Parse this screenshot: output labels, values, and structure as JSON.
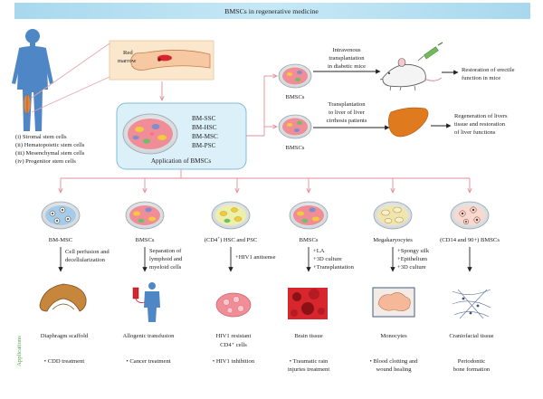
{
  "title": "BMSCs in regenerative medicine",
  "source": {
    "red_marrow_label": [
      "Red",
      "marrow"
    ],
    "cell_types": [
      "(i) Stromal stem cells",
      "(ii) Hematopoietic stem cells",
      "(iii) Mesenchymal stem cells",
      "(iv) Progenitor stem cells"
    ],
    "application_box": {
      "cells": [
        "BM-SSC",
        "BM-HSC",
        "BM-MSC",
        "BM-PSC"
      ],
      "caption": "Application of BMSCs"
    }
  },
  "transplant_routes": [
    {
      "dish_label": "BMSCs",
      "method_lines": [
        "Intravenous",
        "transplantation",
        "in diabetic mice"
      ],
      "outcome_lines": [
        "Restoration of erectile",
        "function in mice"
      ]
    },
    {
      "dish_label": "BMSCs",
      "method_lines": [
        "Transplantation",
        "to liver of liver",
        "cirrhosis patients"
      ],
      "outcome_lines": [
        "Regeneration of livers",
        "tissue and restoration",
        "of liver functions"
      ]
    }
  ],
  "columns": [
    {
      "cell_label_parts": [
        "BM-MSC"
      ],
      "process_lines": [
        "Cell perfusion and",
        "decellularization"
      ],
      "product": [
        "Diaphragm scaffold"
      ],
      "application": [
        "• CDD treatment"
      ]
    },
    {
      "cell_label_parts": [
        "BMSCs"
      ],
      "process_lines": [
        "Separation of",
        "lymphoid and",
        "myeloid cells"
      ],
      "product": [
        "Allogenic transfusion"
      ],
      "application": [
        "• Cancer treatment"
      ]
    },
    {
      "cell_label_parts": [
        "(CD4",
        "+",
        ") HSC and PSC"
      ],
      "process_lines": [
        "+HIV1 antisense"
      ],
      "product": [
        "HIV1 resistant",
        "CD4⁺ cells"
      ],
      "application": [
        "• HIV1 inhibition"
      ]
    },
    {
      "cell_label_parts": [
        "BMSCs"
      ],
      "process_lines": [
        "+LA",
        "+3D culture",
        "+Transplantation"
      ],
      "product": [
        "Brain tissue"
      ],
      "application": [
        "• Traumatic rain",
        "injuries treatment"
      ]
    },
    {
      "cell_label_parts": [
        "Megakaryocytes"
      ],
      "process_lines": [
        "+Spongy silk",
        "+Epithelium",
        "+3D culture"
      ],
      "product": [
        "Monocytes"
      ],
      "application": [
        "• Blood clotting and",
        "wound healing"
      ]
    },
    {
      "cell_label_parts": [
        "(CD14 and 90+) BMSCs"
      ],
      "process_lines": [],
      "product": [
        "Craniofacial tissue"
      ],
      "application": [
        "Periodontic",
        "bone formation"
      ]
    }
  ],
  "side_label": "Applications",
  "colors": {
    "title_bar": "#b4dff0",
    "app_box_fill": "#dcf0f9",
    "app_box_stroke": "#7fbcd6",
    "connector_pink": "#e7a6ad",
    "dish_pink": "#f08d96",
    "dish_blue": "#a6cbe8",
    "dish_yellow": "#ecf0a8",
    "dish_cream": "#f1e5ae",
    "applications_label": "#4fa446",
    "liver": "#e07a1e",
    "body_blue": "#4f86c6"
  }
}
